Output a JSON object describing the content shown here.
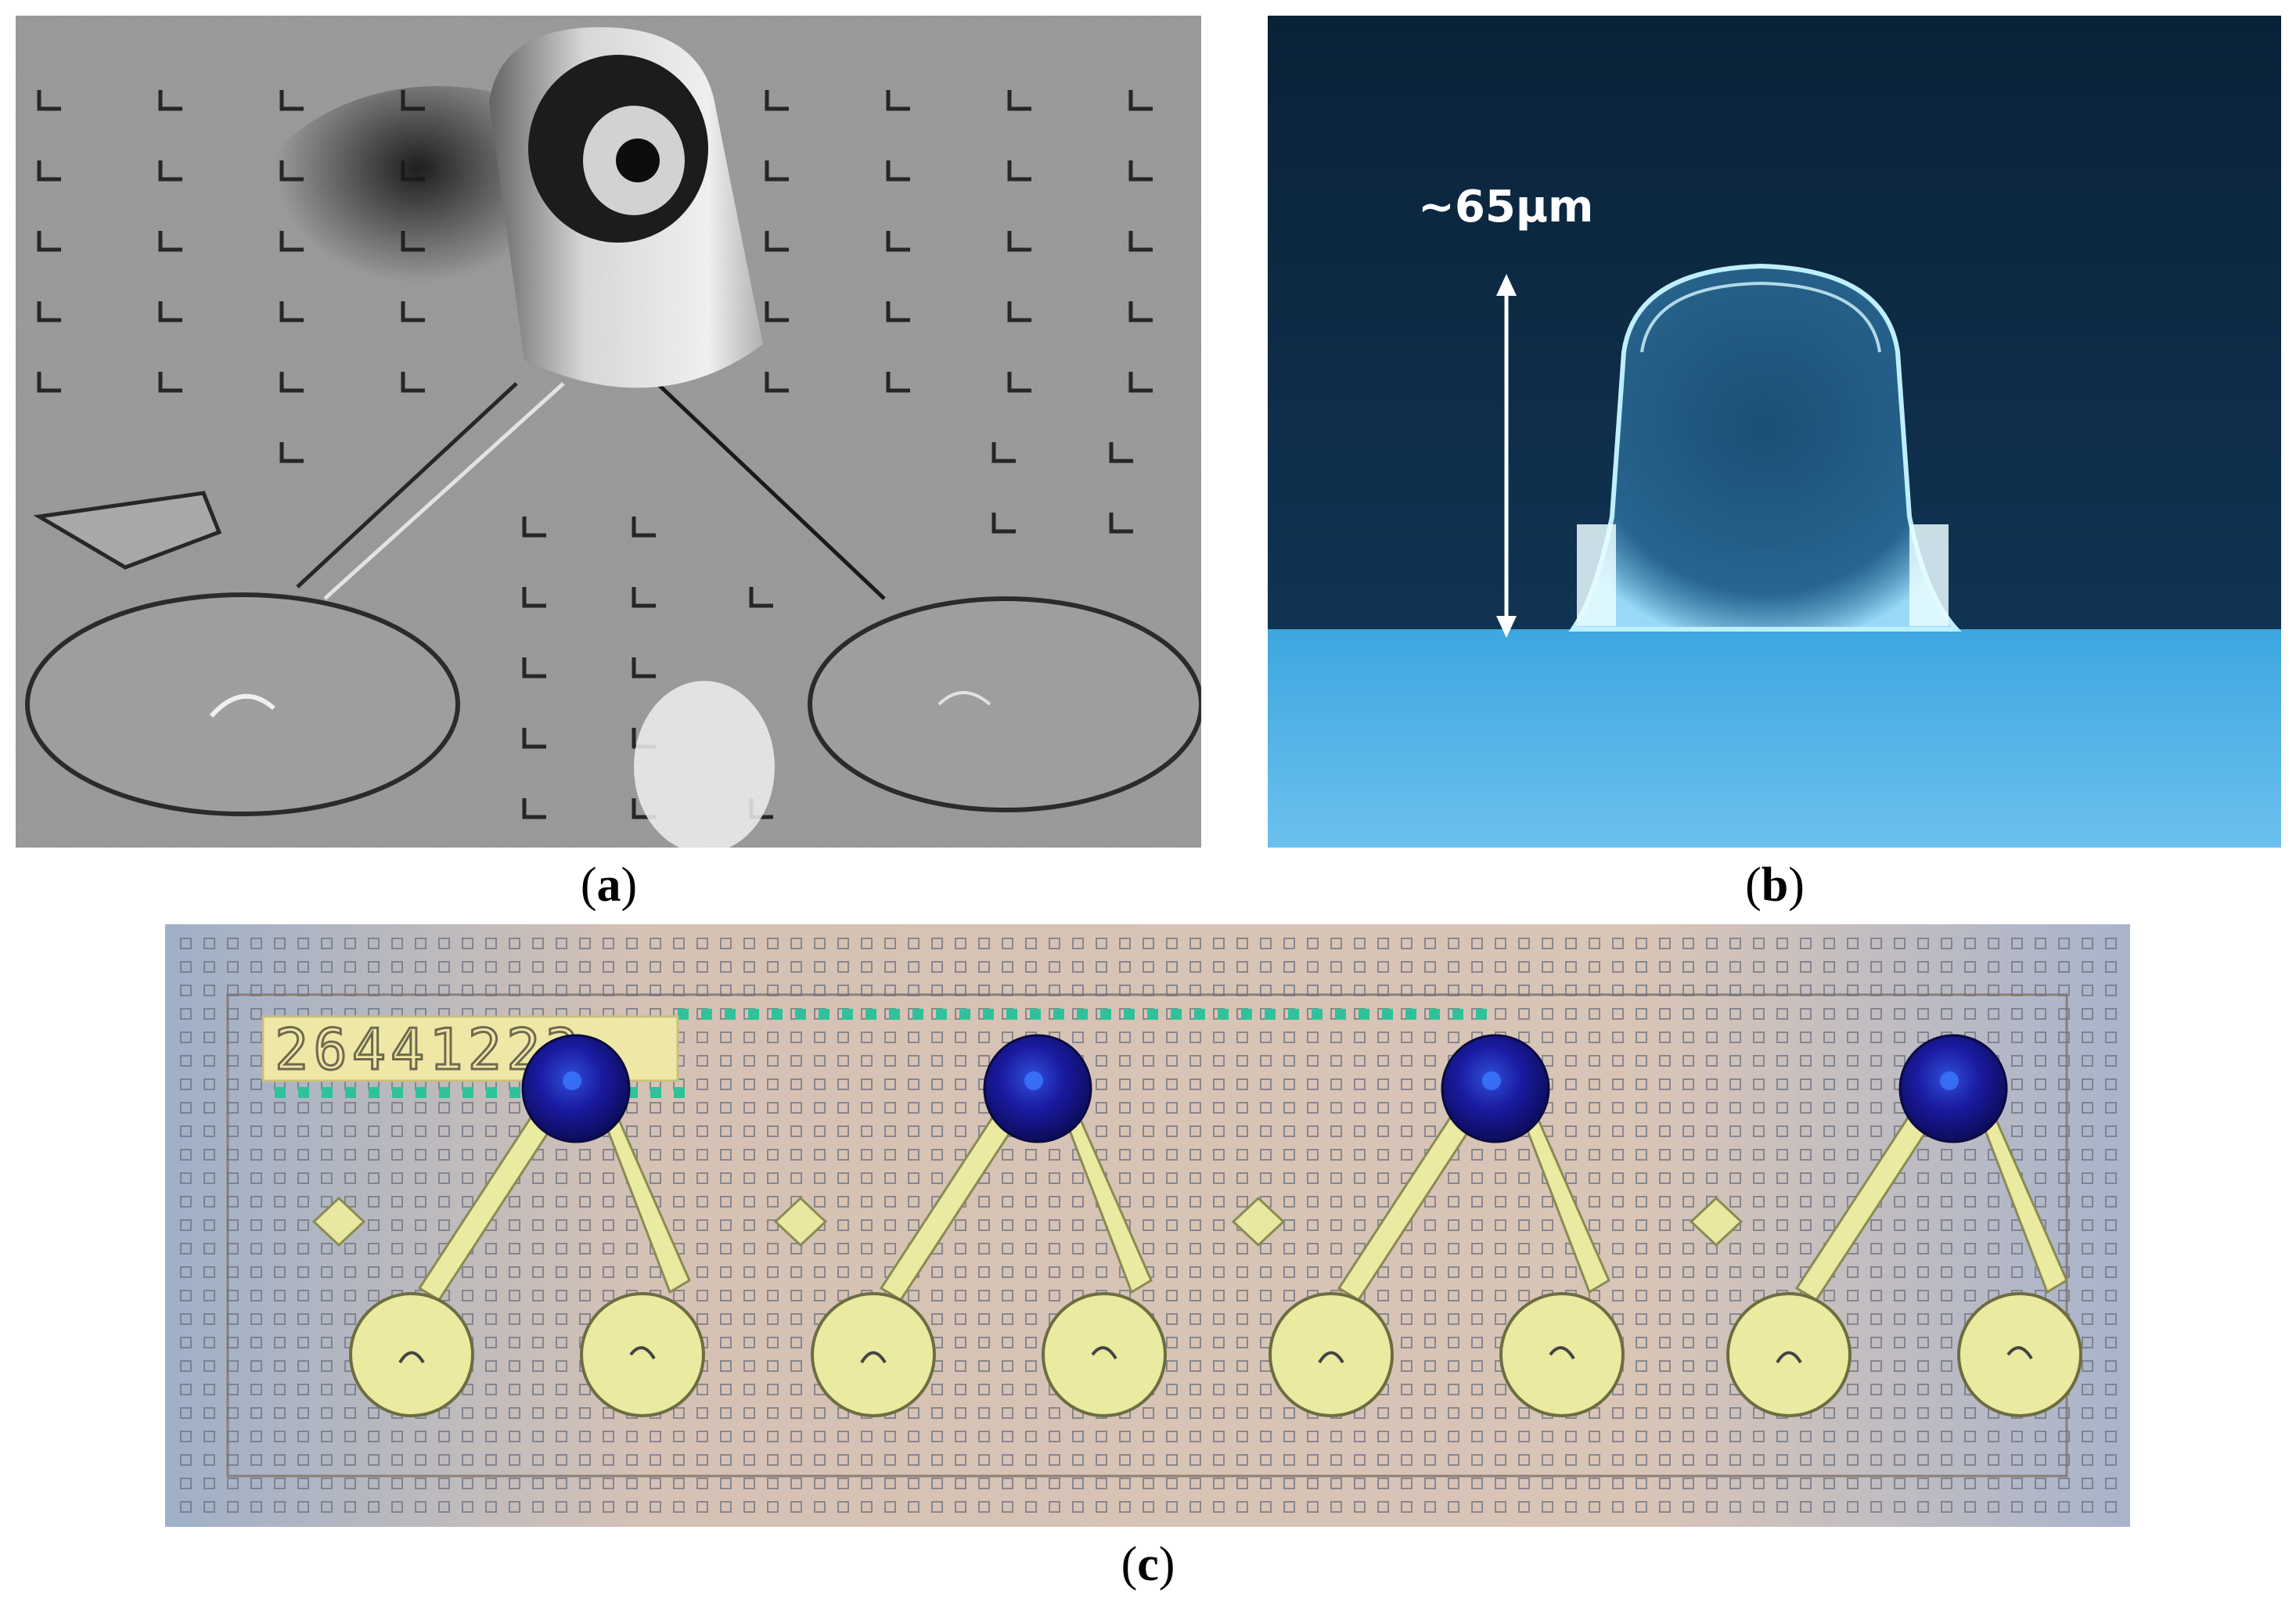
{
  "captions": {
    "a": {
      "open": "(",
      "letter": "a",
      "close": ")"
    },
    "b": {
      "open": "(",
      "letter": "b",
      "close": ")"
    },
    "c": {
      "open": "(",
      "letter": "c",
      "close": ")"
    }
  },
  "panel_b": {
    "height_label": "~65μm"
  },
  "panel_c": {
    "chip_id": "26441223",
    "microlens_count": 4
  },
  "colors": {
    "sem_background": "#9a9a9a",
    "optical_background": "#0e2a44",
    "substrate_blue": "#5fb6e6",
    "chip_background": "#cfc3b8",
    "gold_pads": "#eaeaa0",
    "lens_blue": "#1a1aa0",
    "green_dots": "#2fc29a"
  }
}
